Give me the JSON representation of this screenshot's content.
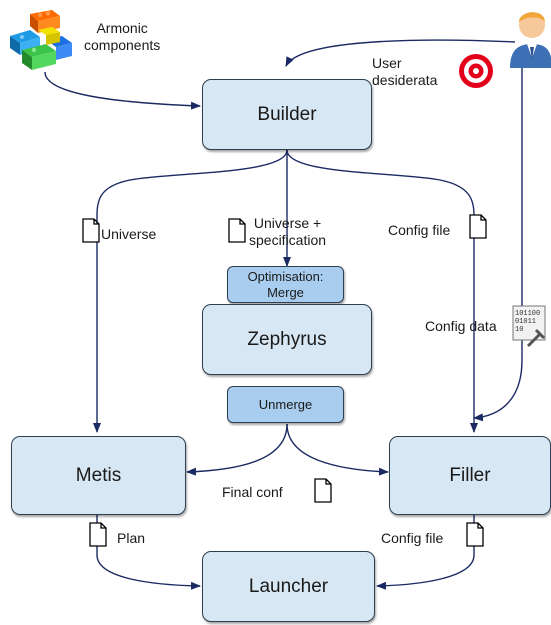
{
  "nodes": {
    "builder": "Builder",
    "optimisation_merge": "Optimisation:\nMerge",
    "zephyrus": "Zephyrus",
    "unmerge": "Unmerge",
    "metis": "Metis",
    "filler": "Filler",
    "launcher": "Launcher"
  },
  "labels": {
    "armonic_components": "Armonic\ncomponents",
    "user_desiderata": "User\ndesiderata",
    "universe": "Universe",
    "universe_spec": "Universe +\nspecification",
    "config_file_top": "Config file",
    "config_data": "Config data",
    "final_conf": "Final conf",
    "plan": "Plan",
    "config_file_bottom": "Config file"
  },
  "icons": {
    "blocks": "lego-blocks-icon",
    "target": "target-icon",
    "user": "user-icon",
    "document": "document-icon",
    "binary_data": "binary-data-icon"
  },
  "colors": {
    "box_fill": "#d7e7f3",
    "small_box_fill": "#a9cdef",
    "arrow": "#1b2a63",
    "target_red": "#e3001b"
  }
}
